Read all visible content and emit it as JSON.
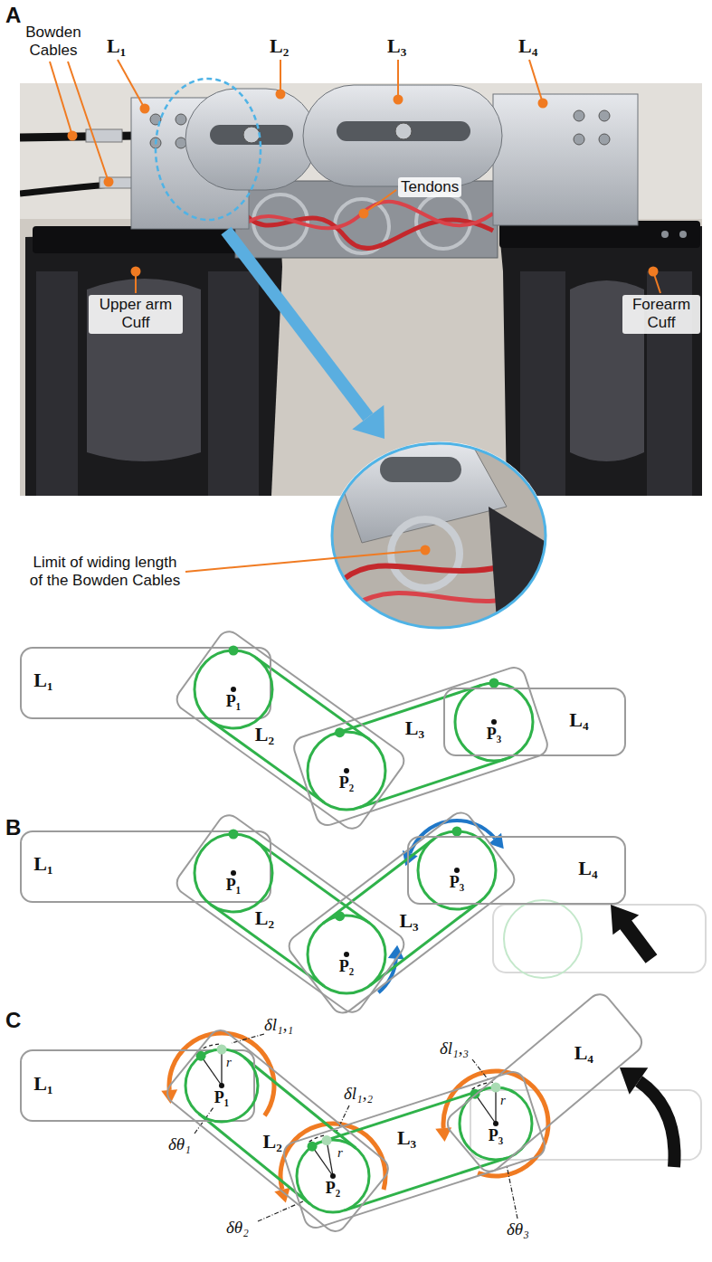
{
  "diagram": {
    "nodes": [
      {
        "text": [
          "L₁"
        ]
      },
      {
        "text": [
          "P₁"
        ]
      },
      {
        "text": [
          "L₂"
        ]
      },
      {
        "text": [
          "P₂"
        ]
      },
      {
        "text": [
          "L₃"
        ]
      },
      {
        "text": [
          "P₃"
        ]
      },
      {
        "text": [
          "L₄"
        ]
      },
      {
        "text": [
          "L₁"
        ]
      },
      {
        "text": [
          "P₁"
        ]
      },
      {
        "text": [
          "L₂"
        ]
      },
      {
        "text": [
          "P₂"
        ]
      },
      {
        "text": [
          "L₃"
        ]
      },
      {
        "text": [
          "P₃"
        ]
      },
      {
        "text": [
          "L₄"
        ]
      },
      {
        "text": [
          "L₁"
        ]
      },
      {
        "text": [
          "P₁"
        ]
      },
      {
        "text": [
          "L₂"
        ]
      },
      {
        "text": [
          "P₂"
        ]
      },
      {
        "text": [
          "L₃"
        ]
      },
      {
        "text": [
          "P₃"
        ]
      },
      {
        "text": [
          "L₄"
        ]
      }
    ],
    "edges": [
      {
        "from": 1,
        "to": 3,
        "arrow": "none"
      },
      {
        "from": 1,
        "to": 3,
        "arrow": "none"
      },
      {
        "from": 3,
        "to": 5,
        "arrow": "none"
      },
      {
        "from": 3,
        "to": 5,
        "arrow": "none"
      },
      {
        "from": 8,
        "to": 10,
        "arrow": "none"
      },
      {
        "from": 8,
        "to": 10,
        "arrow": "none"
      },
      {
        "from": 10,
        "to": 12,
        "arrow": "none"
      },
      {
        "from": 10,
        "to": 12,
        "arrow": "none"
      },
      {
        "from": 15,
        "to": 17,
        "arrow": "none"
      },
      {
        "from": 15,
        "to": 17,
        "arrow": "none"
      },
      {
        "from": 17,
        "to": 19,
        "arrow": "none"
      },
      {
        "from": 17,
        "to": 19,
        "arrow": "none"
      }
    ],
    "labels": [
      "A",
      "Bowden Cables",
      "L₁",
      "L₂",
      "L₃",
      "L₄",
      "Tendons",
      "Upper arm Cuff",
      "Forearm Cuff",
      "Limit of widing length of the Bowden Cables",
      "B",
      "C",
      "δl₁,₁",
      "δθ₁",
      "r",
      "δl₁,₂",
      "δθ₂",
      "r",
      "δl₁,₃",
      "δθ₃",
      "r"
    ]
  }
}
